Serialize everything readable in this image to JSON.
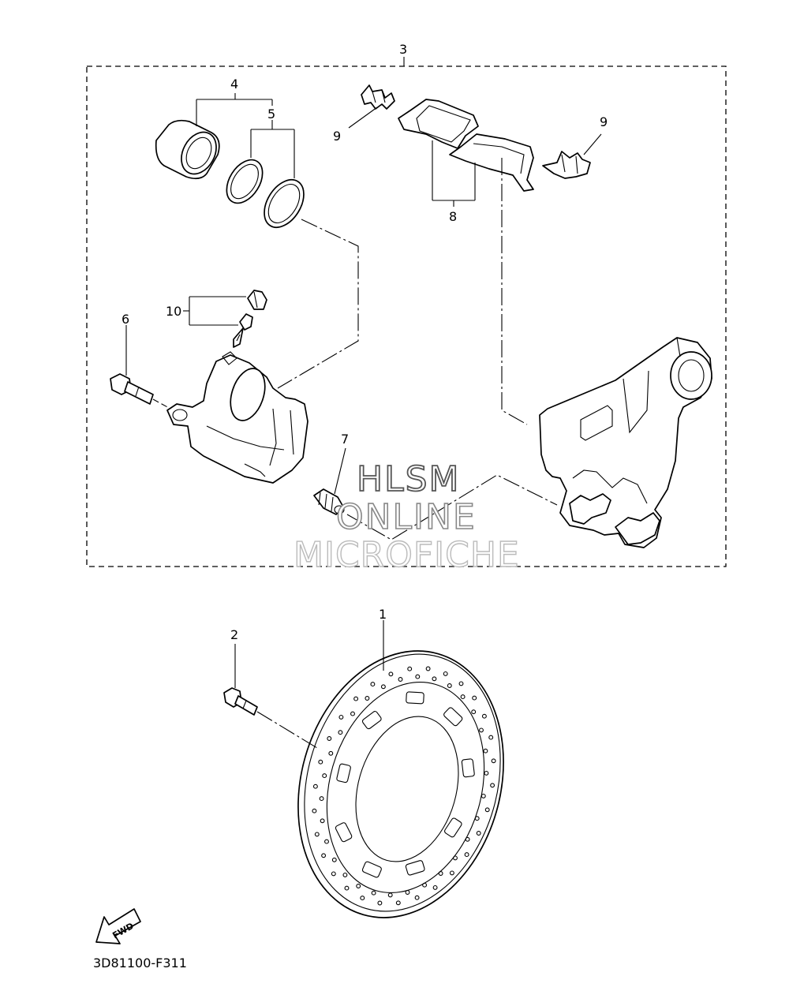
{
  "diagram": {
    "drawing_code": "3D81100-F311",
    "direction_label": "FWD",
    "watermark": [
      "HLSM",
      "ONLINE",
      "MICROFICHE"
    ],
    "callouts": {
      "c1": "1",
      "c2": "2",
      "c3": "3",
      "c4": "4",
      "c5": "5",
      "c6": "6",
      "c7": "7",
      "c8": "8",
      "c9a": "9",
      "c9b": "9",
      "c10": "10"
    }
  }
}
